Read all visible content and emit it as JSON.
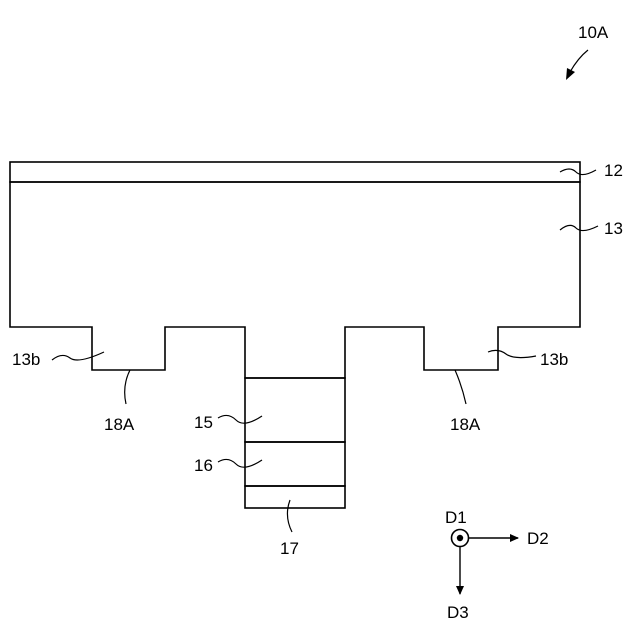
{
  "figure": {
    "ref_label": "10A",
    "labels": {
      "layer_12": "12",
      "layer_13": "13",
      "step_13b_left": "13b",
      "step_13b_right": "13b",
      "step_18A_left": "18A",
      "step_18A_right": "18A",
      "layer_15": "15",
      "layer_16": "16",
      "layer_17": "17"
    },
    "axes": {
      "d1": "D1",
      "d2": "D2",
      "d3": "D3"
    }
  }
}
